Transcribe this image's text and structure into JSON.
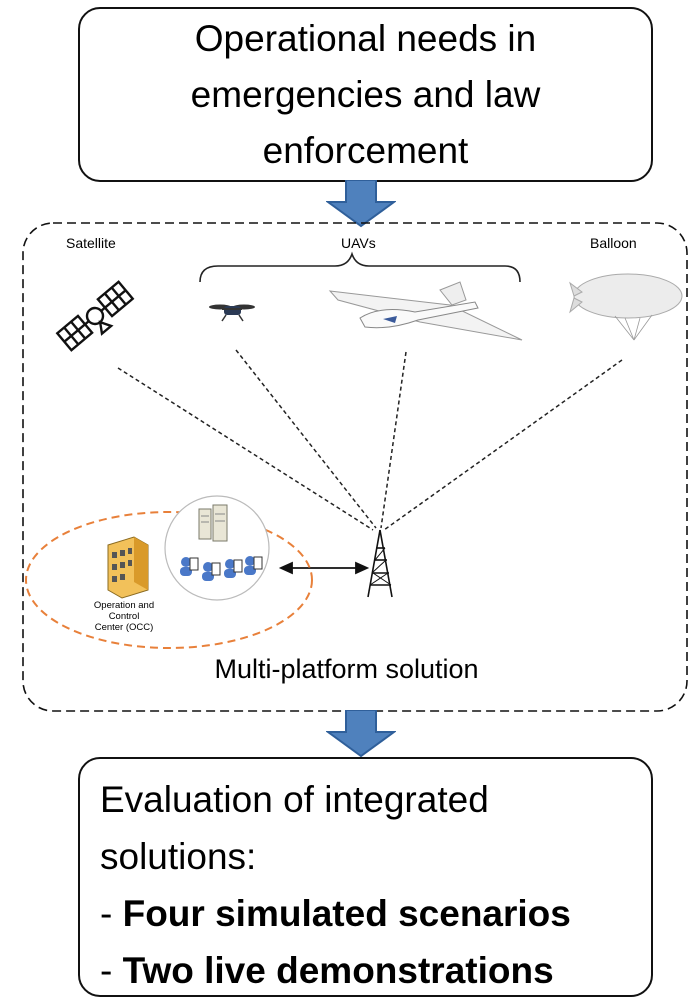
{
  "top_box": {
    "text": "Operational needs in emergencies and law enforcement"
  },
  "diagram": {
    "satellite_label": "Satellite",
    "uavs_label": "UAVs",
    "balloon_label": "Balloon",
    "occ_line1": "Operation and",
    "occ_line2": "Control",
    "occ_line3": "Center (OCC)",
    "caption": "Multi-platform solution"
  },
  "bottom_box": {
    "line1": "Evaluation of integrated",
    "line2": "solutions:",
    "bullet1_dash": "- ",
    "bullet1": "Four simulated scenarios",
    "bullet2_dash": "- ",
    "bullet2": "Two live demonstrations"
  },
  "colors": {
    "arrow_fill": "#4f81bd",
    "arrow_stroke": "#2f5f9a",
    "occ_ring": "#e8803a"
  }
}
